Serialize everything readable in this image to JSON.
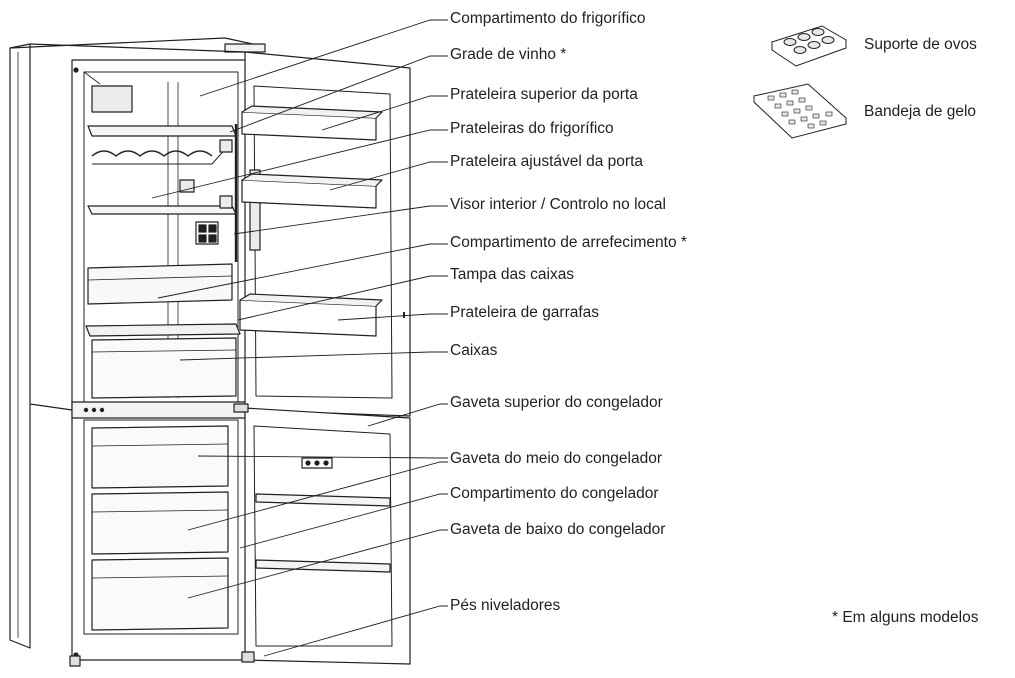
{
  "labels": {
    "fridge_compartment": "Compartimento do frigorífico",
    "wine_rack": "Grade de vinho *",
    "upper_door_shelf": "Prateleira superior da porta",
    "fridge_shelves": "Prateleiras do frigorífico",
    "adjustable_door_shelf": "Prateleira ajustável da porta",
    "display_control": "Visor interior / Controlo no local",
    "chiller_compartment": "Compartimento de arrefecimento *",
    "crisper_cover": "Tampa das caixas",
    "bottle_shelf": "Prateleira de garrafas",
    "crisper_boxes": "Caixas",
    "freezer_top_drawer": "Gaveta superior do congelador",
    "freezer_middle_drawer": "Gaveta do meio do congelador",
    "freezer_compartment": "Compartimento do congelador",
    "freezer_bottom_drawer": "Gaveta de baixo do congelador",
    "leveling_feet": "Pés niveladores"
  },
  "accessories": {
    "egg_holder": "Suporte de ovos",
    "ice_tray": "Bandeja de gelo"
  },
  "footnote": "* Em alguns modelos"
}
